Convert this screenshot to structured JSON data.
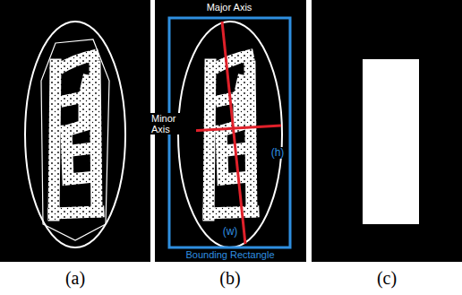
{
  "diagram": {
    "labels": [
      "(a)",
      "(b)",
      "(c)",
      "Major Axis",
      "Minor Axis",
      "(h)",
      "(w)",
      "Bounding Rectangle"
    ]
  }
}
